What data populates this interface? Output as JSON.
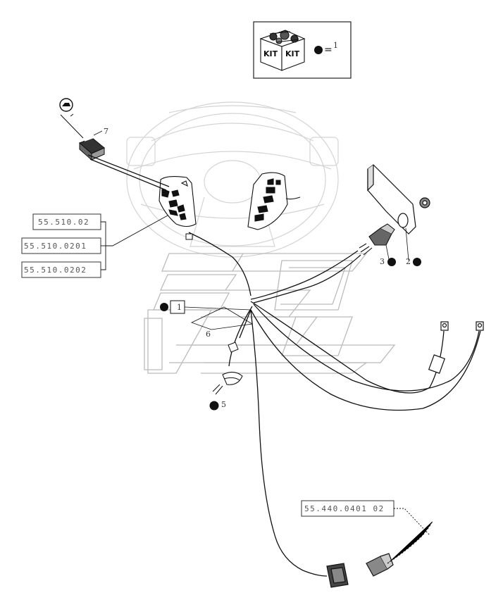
{
  "kit_legend": {
    "box_word_left": "KIT",
    "box_word_right": "KIT",
    "equals": "=",
    "value": "1"
  },
  "reference_labels": {
    "ref_a": "55.510.02",
    "ref_b": "55.510.0201",
    "ref_c": "55.510.0202",
    "ref_d": "55.440.0401 02"
  },
  "item_numbers": {
    "n1": "1",
    "n2": "2",
    "n3": "3",
    "n5": "5",
    "n6": "6",
    "n7": "7"
  },
  "colors": {
    "line": "#111111",
    "faint": "#cfcfcf",
    "label_text": "#555555"
  }
}
